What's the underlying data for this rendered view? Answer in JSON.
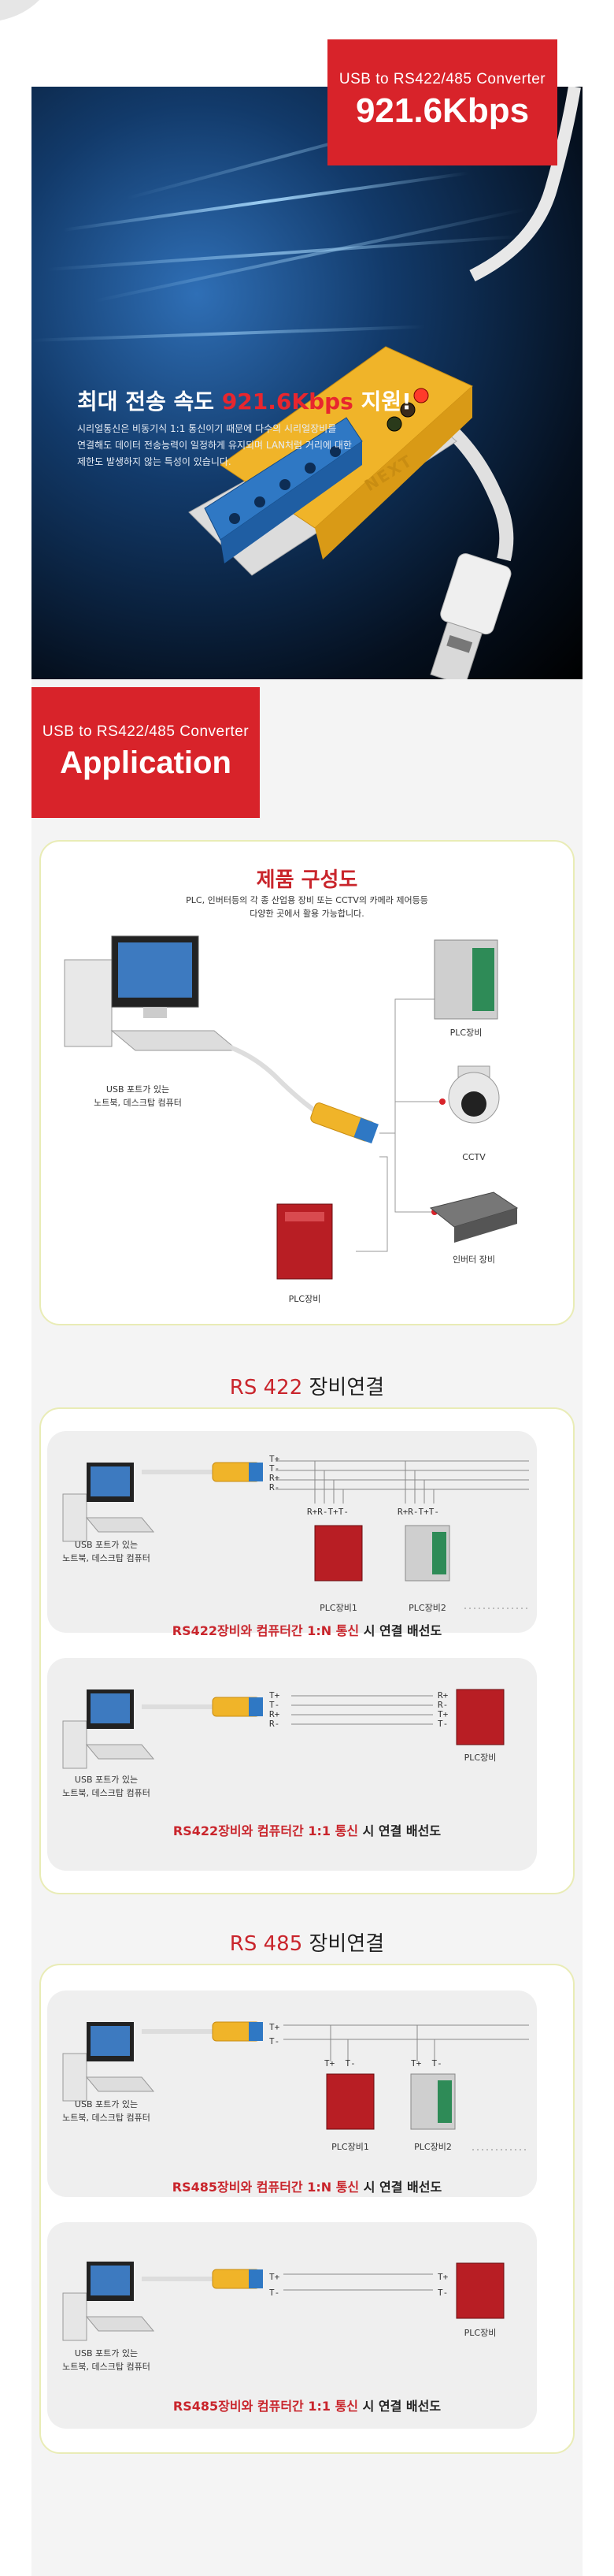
{
  "hero": {
    "badge_sub": "USB to RS422/485 Converter",
    "badge_big": "921.6Kbps",
    "headline_prefix": "최대 전송 속도 ",
    "headline_highlight": "921.6Kbps",
    "headline_suffix": " 지원!",
    "desc_lines": [
      "시리얼통신은 비동기식 1:1 통신이기 때문에 다수의 시리얼장비를",
      "연결해도 데이터 전송능력이 일정하게 유지되며 LAN처럼 거리에 대한",
      "제한도 발생하지 않는 특성이 있습니다."
    ],
    "device_brand": "NEXT"
  },
  "application": {
    "badge_sub": "USB to RS422/485 Converter",
    "badge_big": "Application"
  },
  "composition": {
    "title": "제품 구성도",
    "desc_lines": [
      "PLC, 인버터등의 각 종 산업용 장비 또는 CCTV의 카메라 제어등등",
      "다양한 곳에서 활용 가능합니다."
    ],
    "pc_label_lines": [
      "USB 포트가 있는",
      "노트북, 데스크탑 컴퓨터"
    ],
    "plc_top": "PLC장비",
    "cctv": "CCTV",
    "inverter": "인버터 장비",
    "plc_bottom": "PLC장비"
  },
  "rs422": {
    "title_red": "RS 422",
    "title_rest": " 장비연결",
    "pc_label_lines": [
      "USB 포트가 있는",
      "노트북, 데스크탑 컴퓨터"
    ],
    "wires": [
      "T+",
      "T-",
      "R+",
      "R-"
    ],
    "node1_pins": "R+R-T+T-",
    "node2_pins": "R+R-T+T-",
    "plc1": "PLC장비1",
    "plc2": "PLC장비2",
    "cap1_red": "RS422장비와 컴퓨터간 1:N 통신",
    "cap1_rest": " 시 연결 배선도",
    "device_pins": [
      "R+",
      "R-",
      "T+",
      "T-"
    ],
    "plc_single": "PLC장비",
    "cap2_red": "RS422장비와 컴퓨터간 1:1 통신",
    "cap2_rest": " 시 연결 배선도"
  },
  "rs485": {
    "title_red": "RS 485",
    "title_rest": " 장비연결",
    "pc_label_lines": [
      "USB 포트가 있는",
      "노트북, 데스크탑 컴퓨터"
    ],
    "wires": [
      "T+",
      "T-"
    ],
    "node_pins": [
      "T+",
      "T-"
    ],
    "plc1": "PLC장비1",
    "plc2": "PLC장비2",
    "cap1_red": "RS485장비와 컴퓨터간 1:N 통신",
    "cap1_rest": " 시 연결 배선도",
    "device_pins": [
      "T+",
      "T-"
    ],
    "plc_single": "PLC장비",
    "cap2_red": "RS485장비와 컴퓨터간 1:1 통신",
    "cap2_rest": " 시 연결 배선도"
  },
  "colors": {
    "accent_red": "#d8232a",
    "caption_red": "#c9252c",
    "panel_border": "#e9ecb6",
    "converter_yellow": "#f0b429",
    "terminal_blue": "#2f78c4"
  }
}
